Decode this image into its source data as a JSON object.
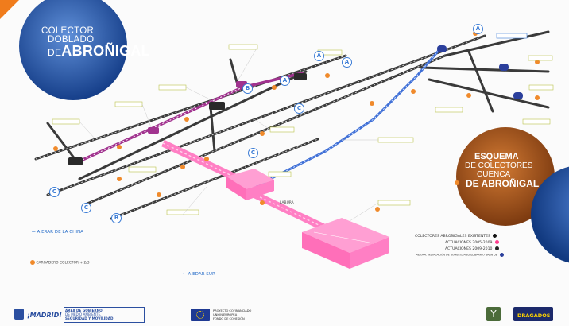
{
  "title": {
    "line1": "COLECTOR",
    "line2": "DOBLADO",
    "line3_prefix": "DE",
    "line3_main": "ABROÑIGAL"
  },
  "scheme_title": {
    "line1": "ESQUEMA",
    "line2": "DE COLECTORES",
    "line3": "CUENCA",
    "line4": "DE ABROÑIGAL"
  },
  "legend": {
    "items": [
      {
        "label": "COLECTORES ABROÑIGALES EXISTENTES",
        "color": "#111111"
      },
      {
        "label": "ACTUACIONES 2005-2009",
        "color": "#ff3c8e"
      },
      {
        "label": "ACTUACIONES 2009-2010",
        "color": "#222222"
      },
      {
        "label": "MEJORA: INSTALACIÓN DE BOMBEO, AGUAS, BARRIO GRAN DE",
        "color": "#2b3f9c"
      }
    ]
  },
  "destinations": {
    "china": "A ERAR DE LA CHINA",
    "sur": "A EDAR SUR"
  },
  "line_letters": [
    "A",
    "A",
    "A",
    "B",
    "C",
    "C",
    "C",
    "C",
    "B",
    "A"
  ],
  "gate_note": "CARGADERO COLECTOR + 2/3",
  "labura": "LABURA",
  "tag_texts": [
    "",
    "",
    "",
    "",
    "",
    "",
    "",
    "",
    "",
    "",
    "",
    "",
    "",
    "",
    "",
    "",
    "",
    "",
    ""
  ],
  "footer": {
    "madrid": "¡MADRID!",
    "area_line1": "ÁREA DE GOBIERNO",
    "area_line2": "DE MEDIO AMBIENTE,",
    "area_line3": "SEGURIDAD Y MOVILIDAD",
    "project_line1": "PROYECTO COFINANCIADO",
    "project_line2": "UNIÓN EUROPEA",
    "project_line3": "FONDO DE COHESIÓN",
    "dragados": "DRAGADOS"
  },
  "colors": {
    "collector_dark": "#3a3a3a",
    "collector_pink": "#ff7fc4",
    "collector_purple": "#a1338f",
    "collector_blue": "#3f6fd6",
    "node_orange": "#f08a2b",
    "badge_blue": "#3a7bd5",
    "pink_tank": "#ff7fc4",
    "label_green": "#b9c24a",
    "title_disc": "#2f5fb5",
    "scheme_disc": "#b45a1e"
  },
  "icons": [
    "madrid-logo-icon",
    "eu-flag-icon",
    "y-logo-icon",
    "dragados-logo-icon",
    "direction-arrow-icon"
  ]
}
